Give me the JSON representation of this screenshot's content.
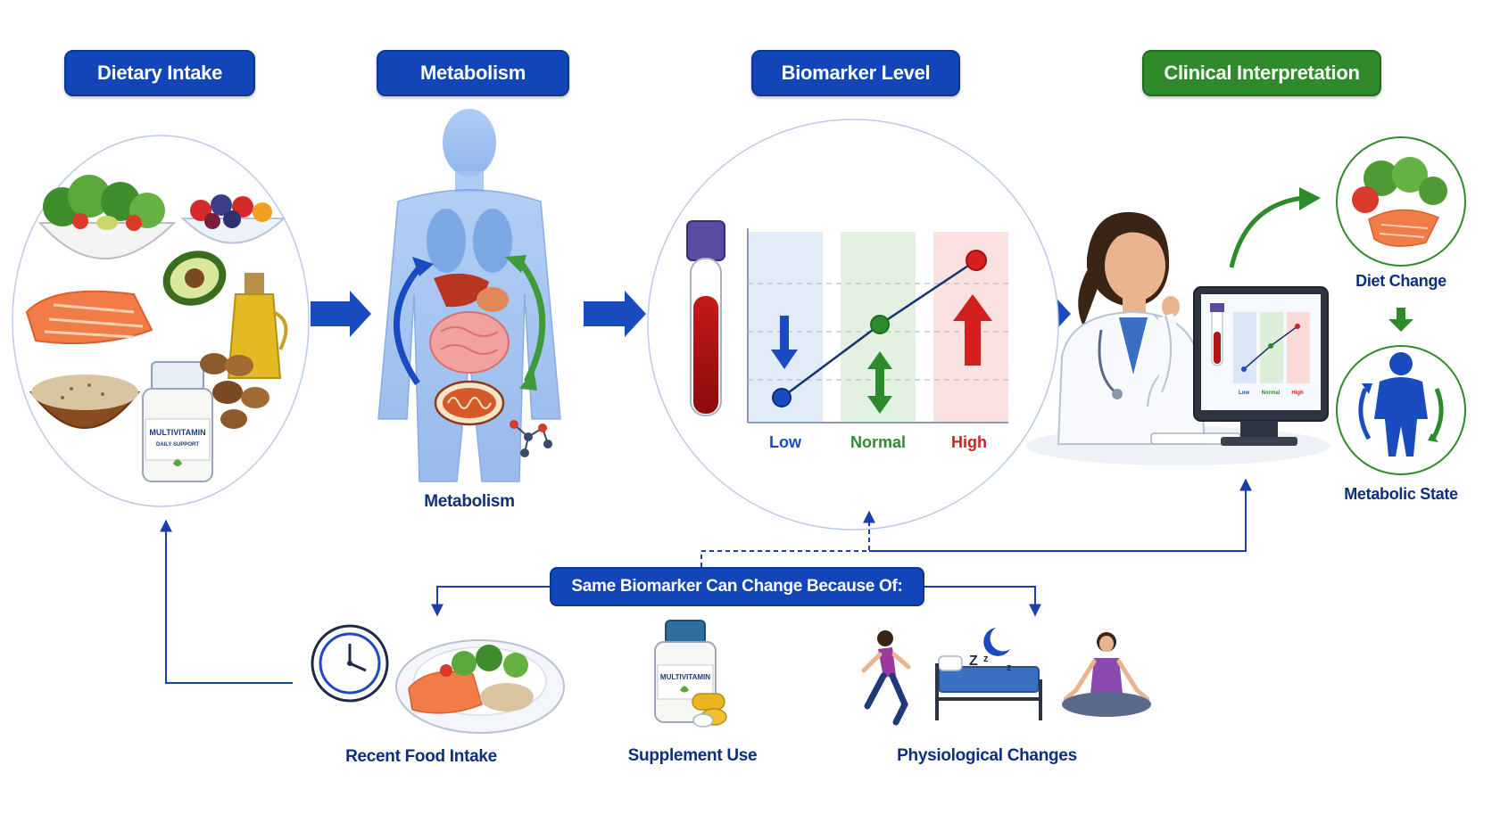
{
  "stages": {
    "dietary_intake": "Dietary Intake",
    "metabolism": "Metabolism",
    "biomarker_level": "Biomarker Level",
    "clinical_interpretation": "Clinical Interpretation"
  },
  "labels": {
    "metabolism_caption": "Metabolism",
    "diet_change": "Diet Change",
    "metabolic_state": "Metabolic State"
  },
  "biomarker_chart": {
    "zones": [
      "Low",
      "Normal",
      "High"
    ],
    "zone_colors": {
      "low": "#1a4cc0",
      "normal": "#2f8a2e",
      "high": "#d41f1f"
    }
  },
  "bottle_text": {
    "brand": "MULTIVITAMIN",
    "sub": "DAILY SUPPORT"
  },
  "monitor_chart": {
    "zones": [
      "Low",
      "Normal",
      "High"
    ]
  },
  "causes": {
    "title": "Same Biomarker Can Change Because Of:",
    "items": [
      "Recent Food Intake",
      "Supplement Use",
      "Physiological Changes"
    ]
  },
  "sleep_text": {
    "z1": "Z",
    "z2": "z",
    "z3": "z"
  },
  "colors": {
    "primary_blue": "#1145b8",
    "accent_green": "#2e8a2a",
    "label_navy": "#0e2f7d"
  }
}
